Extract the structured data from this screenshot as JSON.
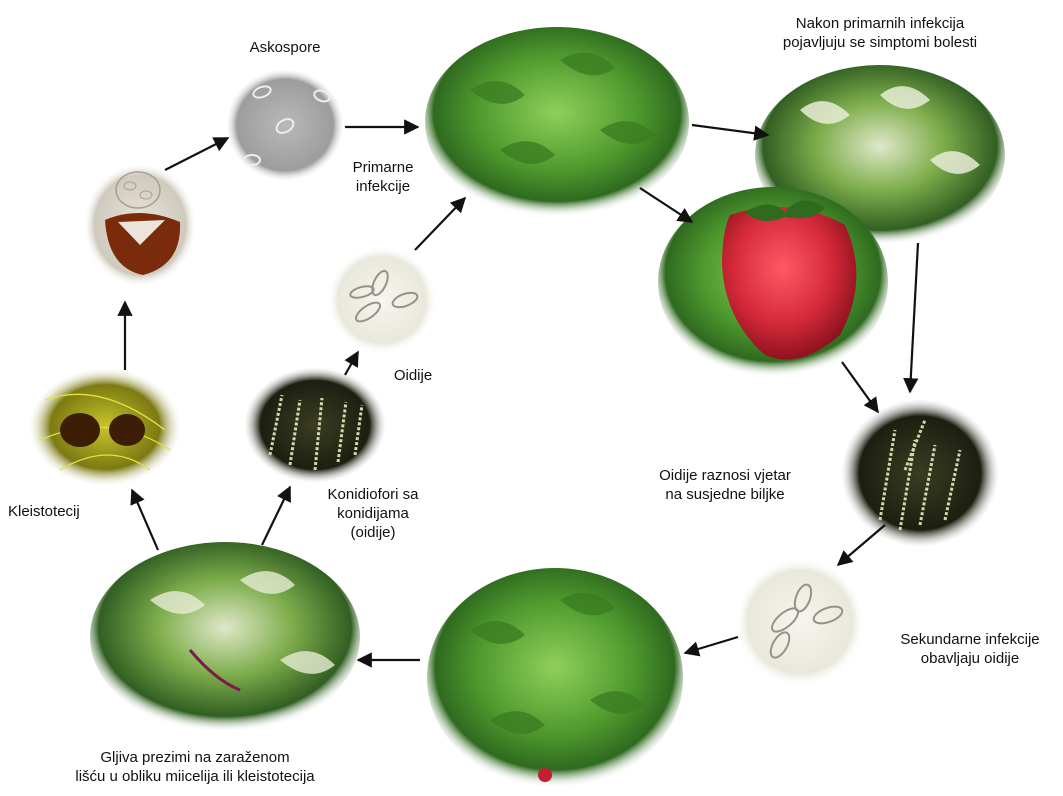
{
  "diagram": {
    "labels": {
      "askospore": [
        "Askospore"
      ],
      "primarne": [
        "Primarne",
        "infekcije"
      ],
      "nakon": [
        "Nakon primarnih infekcija",
        "pojavljuju  se simptomi bolesti"
      ],
      "oidije": [
        "Oidije"
      ],
      "raznosi": [
        "Oidije raznosi vjetar",
        "na susjedne biljke"
      ],
      "kleistotecij": [
        "Kleistotecij"
      ],
      "konidiofori": [
        "Konidiofori sa",
        "konidijama",
        "(oidije)"
      ],
      "sekundarne": [
        "Sekundarne infekcije",
        "obavljaju oidije"
      ],
      "gljiva": [
        "Gljiva prezimi na zaraženom",
        "lišću u obliku miicelija ili kleistotecija"
      ]
    },
    "colors": {
      "arrow": "#111111",
      "leaf_dark": "#2f6a1f",
      "leaf_light": "#7bbf4a",
      "strawberry": "#d62a3a",
      "spore_bg": "#efefe6",
      "micro_gray": "#a9a9a9"
    }
  }
}
